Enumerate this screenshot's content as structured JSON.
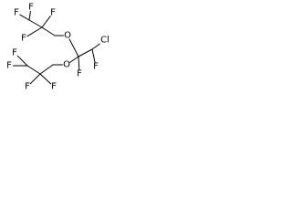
{
  "molecule": {
    "atoms": [
      {
        "id": "c1",
        "element": "C",
        "label": ""
      },
      {
        "id": "c2",
        "element": "C",
        "label": ""
      },
      {
        "id": "c3",
        "element": "C",
        "label": ""
      },
      {
        "id": "o1",
        "element": "O",
        "label": "O"
      },
      {
        "id": "c4",
        "element": "C",
        "label": ""
      },
      {
        "id": "c5",
        "element": "C",
        "label": ""
      },
      {
        "id": "o2",
        "element": "O",
        "label": "O"
      },
      {
        "id": "c6",
        "element": "C",
        "label": ""
      },
      {
        "id": "c7",
        "element": "C",
        "label": ""
      },
      {
        "id": "c8",
        "element": "C",
        "label": ""
      },
      {
        "id": "f1",
        "element": "F",
        "label": "F"
      },
      {
        "id": "f2",
        "element": "F",
        "label": "F"
      },
      {
        "id": "f3",
        "element": "F",
        "label": "F"
      },
      {
        "id": "f4",
        "element": "F",
        "label": "F"
      },
      {
        "id": "f5",
        "element": "F",
        "label": "F"
      },
      {
        "id": "f6",
        "element": "F",
        "label": "F"
      },
      {
        "id": "f7",
        "element": "F",
        "label": "F"
      },
      {
        "id": "f8",
        "element": "F",
        "label": "F"
      },
      {
        "id": "f9",
        "element": "F",
        "label": "F"
      },
      {
        "id": "f10",
        "element": "F",
        "label": "F"
      },
      {
        "id": "cl1",
        "element": "Cl",
        "label": "Cl"
      }
    ],
    "bonds": [
      {
        "from": "f1",
        "to": "c1"
      },
      {
        "from": "f2",
        "to": "c1"
      },
      {
        "from": "c1",
        "to": "c2"
      },
      {
        "from": "c2",
        "to": "f3"
      },
      {
        "from": "c2",
        "to": "f4"
      },
      {
        "from": "c2",
        "to": "c3"
      },
      {
        "from": "c3",
        "to": "o1"
      },
      {
        "from": "o1",
        "to": "c4"
      },
      {
        "from": "c4",
        "to": "f5"
      },
      {
        "from": "c4",
        "to": "c5"
      },
      {
        "from": "c5",
        "to": "cl1"
      },
      {
        "from": "c5",
        "to": "f6"
      },
      {
        "from": "c4",
        "to": "o2"
      },
      {
        "from": "o2",
        "to": "c6"
      },
      {
        "from": "c6",
        "to": "c7"
      },
      {
        "from": "c7",
        "to": "f7"
      },
      {
        "from": "c7",
        "to": "f8"
      },
      {
        "from": "c7",
        "to": "c8"
      },
      {
        "from": "c8",
        "to": "f9"
      },
      {
        "from": "c8",
        "to": "f10"
      }
    ]
  }
}
